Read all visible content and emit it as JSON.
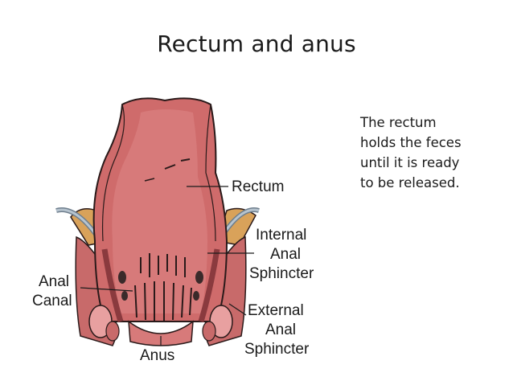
{
  "title": "Rectum and anus",
  "caption": {
    "lines": [
      "The rectum",
      "holds the feces",
      "until it is ready",
      "to be released."
    ]
  },
  "labels": {
    "rectum": "Rectum",
    "internal": [
      "Internal",
      "Anal",
      "Sphincter"
    ],
    "anal_canal": [
      "Anal",
      "Canal"
    ],
    "external": [
      "External",
      "Anal",
      "Sphincter"
    ],
    "anus": "Anus"
  },
  "colors": {
    "tissue": "#cf6b6b",
    "tissue_dark": "#a84a4e",
    "tissue_light": "#e8a0a0",
    "fat": "#d9a25a",
    "outline": "#2a1a1a"
  }
}
